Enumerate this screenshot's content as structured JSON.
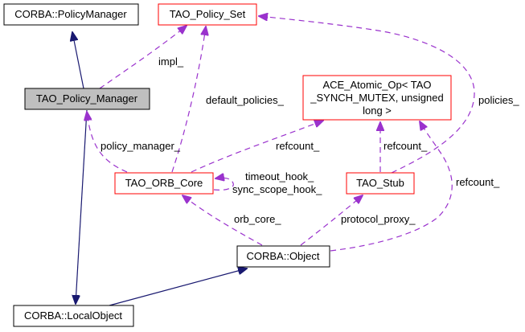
{
  "diagram": {
    "title": "TAO_Policy_Manager collaboration graph",
    "colors": {
      "focus_fill": "#bfbfbf",
      "normal_border": "#000000",
      "incomplete_border": "#ff0000",
      "inheritance_edge": "#191970",
      "usage_edge": "#9a32cd"
    },
    "nodes": {
      "corba_policy_manager": {
        "label": "CORBA::PolicyManager"
      },
      "tao_policy_set": {
        "label": "TAO_Policy_Set"
      },
      "tao_policy_manager": {
        "label": "TAO_Policy_Manager"
      },
      "ace_atomic_op": {
        "lines": [
          "ACE_Atomic_Op< TAO",
          "_SYNCH_MUTEX, unsigned",
          "long >"
        ]
      },
      "tao_orb_core": {
        "label": "TAO_ORB_Core"
      },
      "tao_stub": {
        "label": "TAO_Stub"
      },
      "corba_object": {
        "label": "CORBA::Object"
      },
      "corba_local_object": {
        "label": "CORBA::LocalObject"
      }
    },
    "edge_labels": {
      "impl": "impl_",
      "default_policies": "default_policies_",
      "policies": "policies_",
      "policy_manager": "policy_manager_",
      "refcount_core": "refcount_",
      "refcount_stub": "refcount_",
      "refcount_object": "refcount_",
      "timeout_hook": "timeout_hook_",
      "sync_scope_hook": "sync_scope_hook_",
      "orb_core": "orb_core_",
      "protocol_proxy": "protocol_proxy_"
    }
  }
}
